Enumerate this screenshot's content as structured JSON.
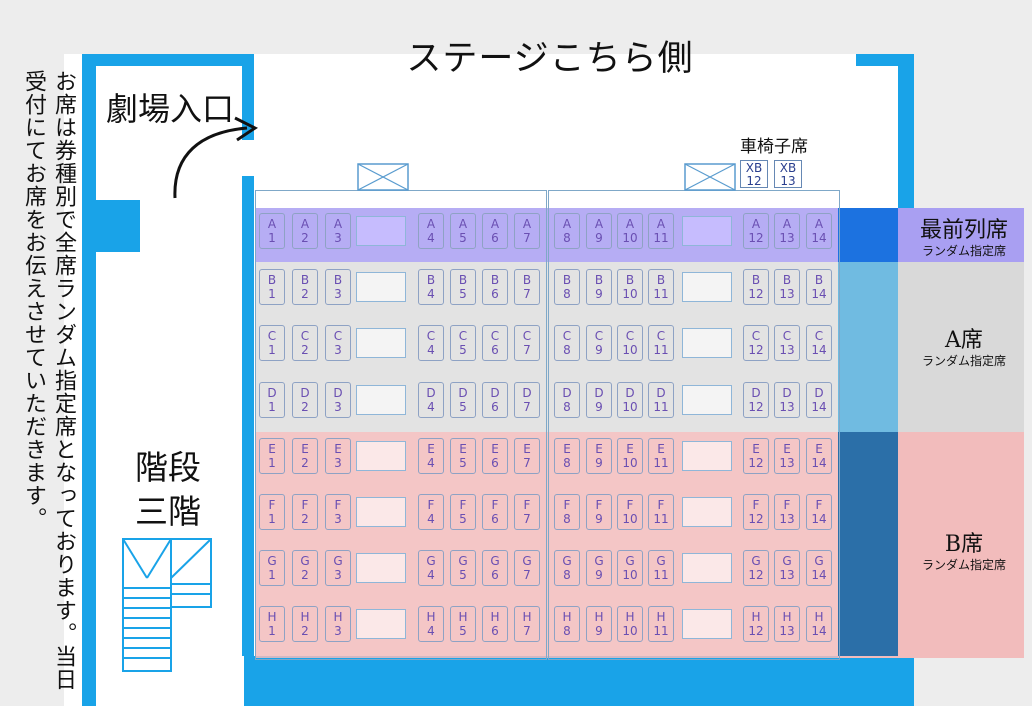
{
  "labels": {
    "stage": "ステージこちら側",
    "entrance": "劇場入口",
    "stairs_line1": "階段",
    "stairs_line2": "三階",
    "wheelchair": "車椅子席",
    "note": "お席は券種別で全席ランダム指定席となっております。当日受付にてお席をお伝えさせていただきます。"
  },
  "tiers": [
    {
      "name": "最前列席",
      "sub": "ランダム指定席",
      "rows": [
        "A"
      ],
      "color": "#a99ff2"
    },
    {
      "name": "A席",
      "sub": "ランダム指定席",
      "rows": [
        "B",
        "C",
        "D"
      ],
      "color": "#d9d9d9"
    },
    {
      "name": "B席",
      "sub": "ランダム指定席",
      "rows": [
        "E",
        "F",
        "G",
        "H"
      ],
      "color": "#f2bcbc"
    }
  ],
  "rows": [
    "A",
    "B",
    "C",
    "D",
    "E",
    "F",
    "G",
    "H"
  ],
  "seat_blocks": [
    [
      1,
      2,
      3
    ],
    [
      4,
      5,
      6,
      7
    ],
    [
      8,
      9,
      10,
      11
    ],
    [
      12,
      13,
      14
    ]
  ],
  "wheelchair_seats": [
    {
      "line1": "XB",
      "line2": "12"
    },
    {
      "line1": "XB",
      "line2": "13"
    }
  ],
  "colors": {
    "wall": "#19a3e8",
    "seat_text": "#6a4fb2",
    "seat_border": "#8ea2c4"
  }
}
